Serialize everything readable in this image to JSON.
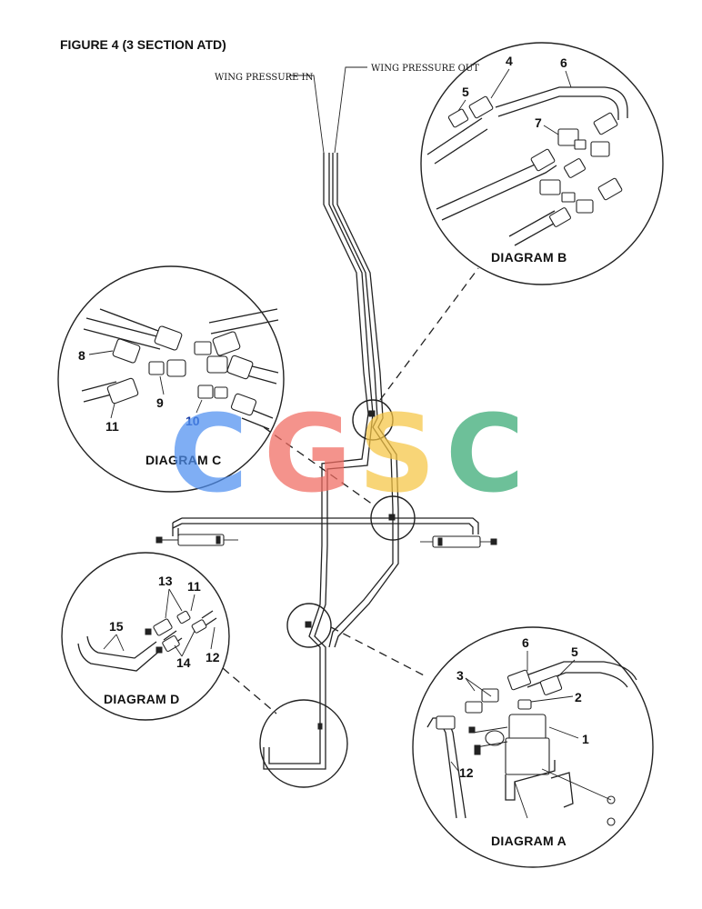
{
  "figure": {
    "title": "FIGURE 4  (3 SECTION ATD)"
  },
  "labels": {
    "wing_pressure_in": "WING PRESSURE IN",
    "wing_pressure_out": "WING PRESSURE OUT"
  },
  "diagrams": {
    "a": {
      "label": "DIAGRAM A",
      "callouts": [
        "1",
        "2",
        "3",
        "5",
        "6",
        "12"
      ]
    },
    "b": {
      "label": "DIAGRAM B",
      "callouts": [
        "4",
        "5",
        "6",
        "7"
      ]
    },
    "c": {
      "label": "DIAGRAM C",
      "callouts": [
        "8",
        "9",
        "10",
        "11"
      ]
    },
    "d": {
      "label": "DIAGRAM D",
      "callouts": [
        "11",
        "12",
        "13",
        "14",
        "15"
      ]
    }
  },
  "watermark": {
    "letters": [
      "C",
      "G",
      "S",
      "C"
    ],
    "colors": [
      "#4f8ff0",
      "#f06a60",
      "#f6c544",
      "#35a872"
    ]
  }
}
